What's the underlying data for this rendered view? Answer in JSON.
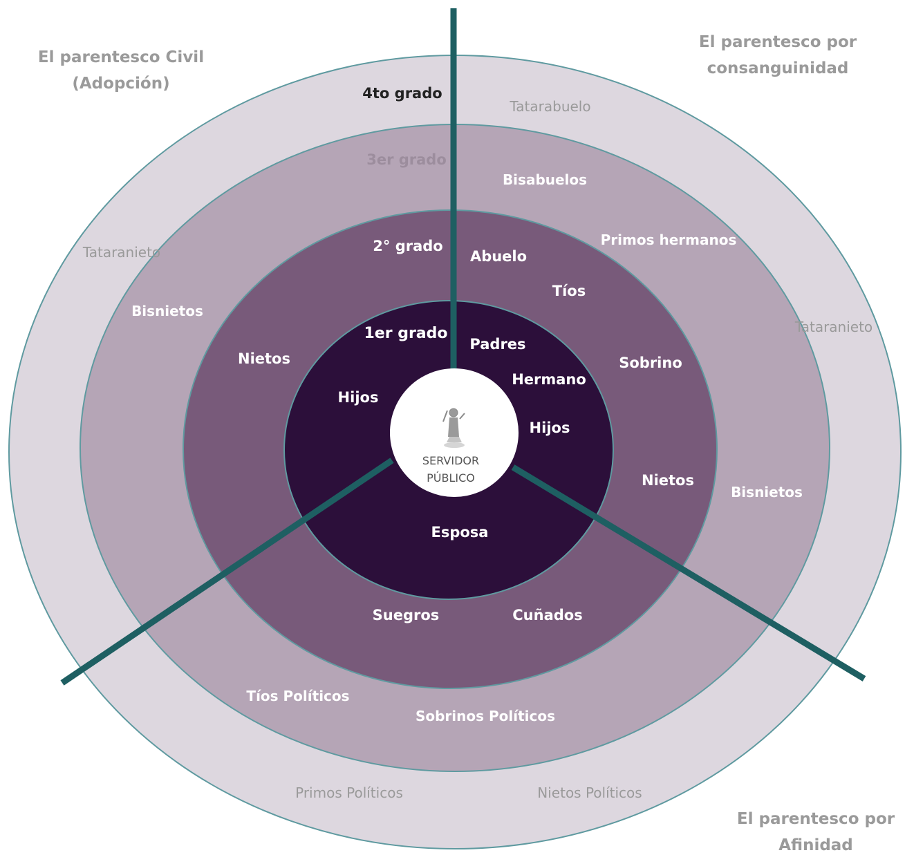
{
  "corners": {
    "civil": [
      "El parentesco Civil",
      "(Adopción)"
    ],
    "consanguinidad": [
      "El parentesco por",
      "consanguinidad"
    ],
    "afinidad": [
      "El parentesco por",
      "Afinidad"
    ]
  },
  "center": {
    "line1": "SERVIDOR",
    "line2": "PÚBLICO",
    "icon": "justice-statue-icon"
  },
  "grades": {
    "g1": "1er grado",
    "g2": "2° grado",
    "g3": "3er grado",
    "g4": "4to grado"
  },
  "ring1": {
    "padres": "Padres",
    "hermano": "Hermano",
    "hijos_right": "Hijos",
    "hijos_left": "Hijos",
    "esposa": "Esposa"
  },
  "ring2": {
    "abuelo": "Abuelo",
    "tios": "Tíos",
    "sobrino": "Sobrino",
    "nietos_right": "Nietos",
    "nietos_left": "Nietos",
    "suegros": "Suegros",
    "cunados": "Cuñados"
  },
  "ring3": {
    "bisabuelos": "Bisabuelos",
    "primos_hermanos": "Primos hermanos",
    "bisnietos_right": "Bisnietos",
    "bisnietos_left": "Bisnietos",
    "tios_politicos": "Tíos Políticos",
    "sobrinos_politicos": "Sobrinos Políticos"
  },
  "ring4": {
    "tatarabuelo": "Tatarabuelo",
    "tataranieto_left": "Tataranieto",
    "tataranieto_right": "Tataranieto",
    "primos_politicos": "Primos Políticos",
    "nietos_politicos": "Nietos Políticos"
  },
  "colors": {
    "ring4": "#ddd7df",
    "ring3": "#b5a5b6",
    "ring2": "#785a7a",
    "ring1": "#2c0f3a",
    "divider": "#1e5f62",
    "ring_border": "#5f9aa0"
  }
}
